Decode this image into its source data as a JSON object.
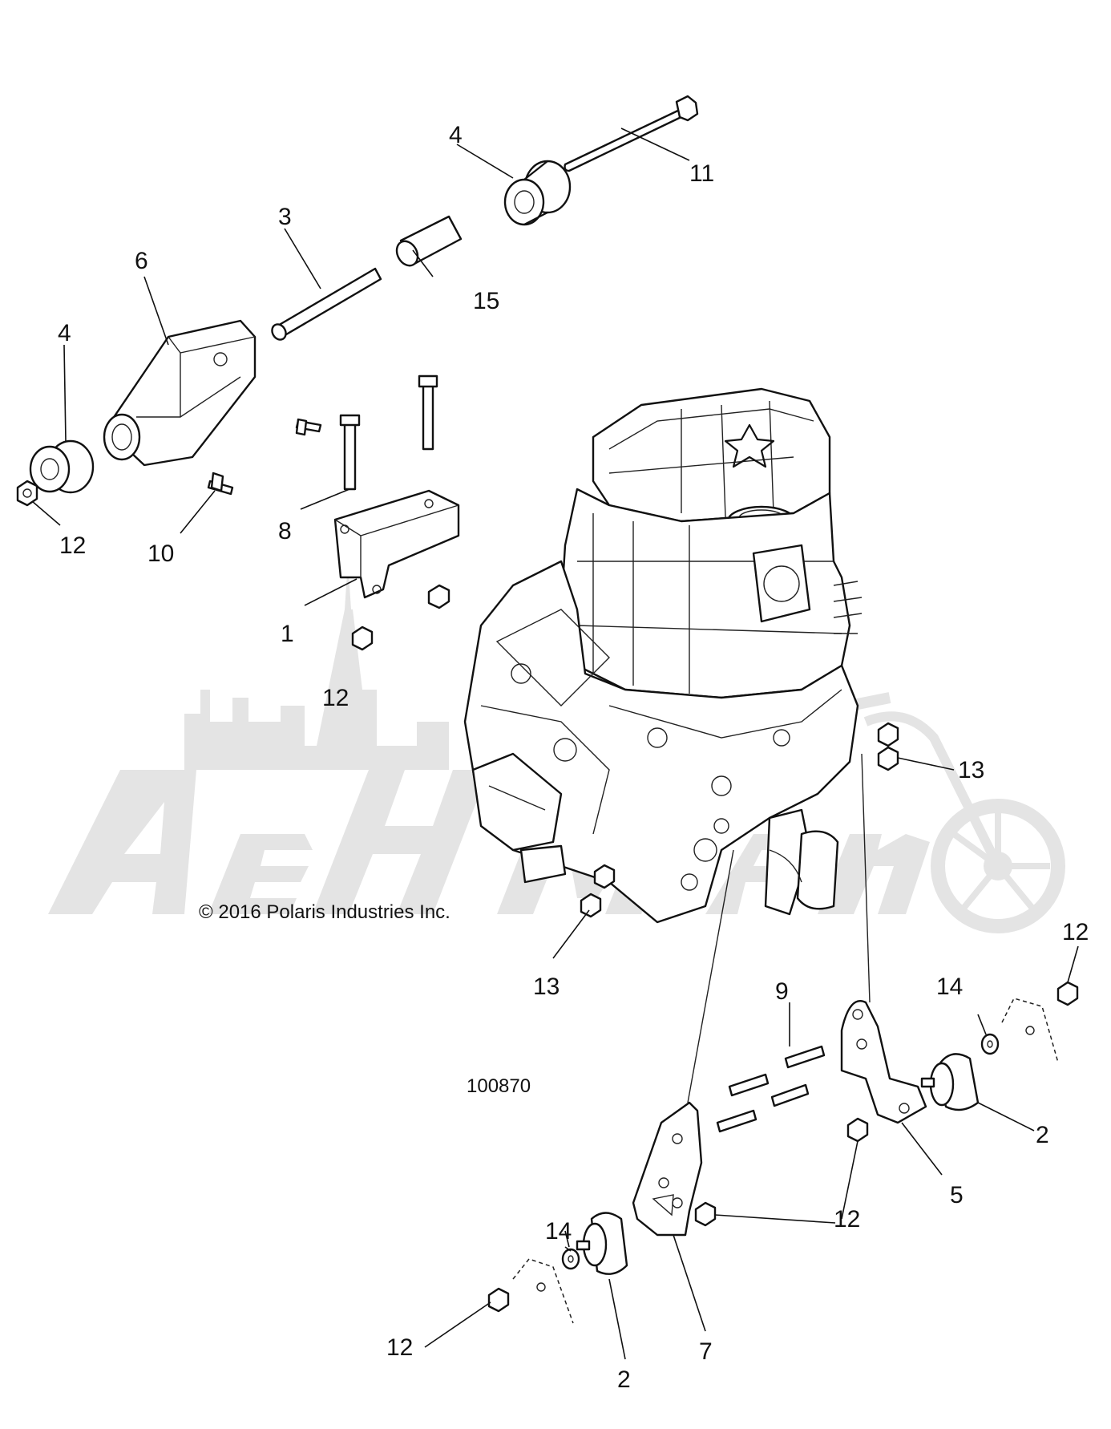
{
  "copyright": "© 2016 Polaris Industries Inc.",
  "figure_number": "100870",
  "watermark_text": "",
  "callouts": {
    "c1": "1",
    "c2a": "2",
    "c2b": "2",
    "c3": "3",
    "c4a": "4",
    "c4b": "4",
    "c5": "5",
    "c6": "6",
    "c7": "7",
    "c8": "8",
    "c9": "9",
    "c10": "10",
    "c11": "11",
    "c12a": "12",
    "c12b": "12",
    "c12c": "12",
    "c12d": "12",
    "c12e": "12",
    "c13a": "13",
    "c13b": "13",
    "c14a": "14",
    "c14b": "14",
    "c15": "15"
  },
  "colors": {
    "line": "#111111",
    "watermark": "#e4e4e4",
    "background": "#ffffff"
  }
}
